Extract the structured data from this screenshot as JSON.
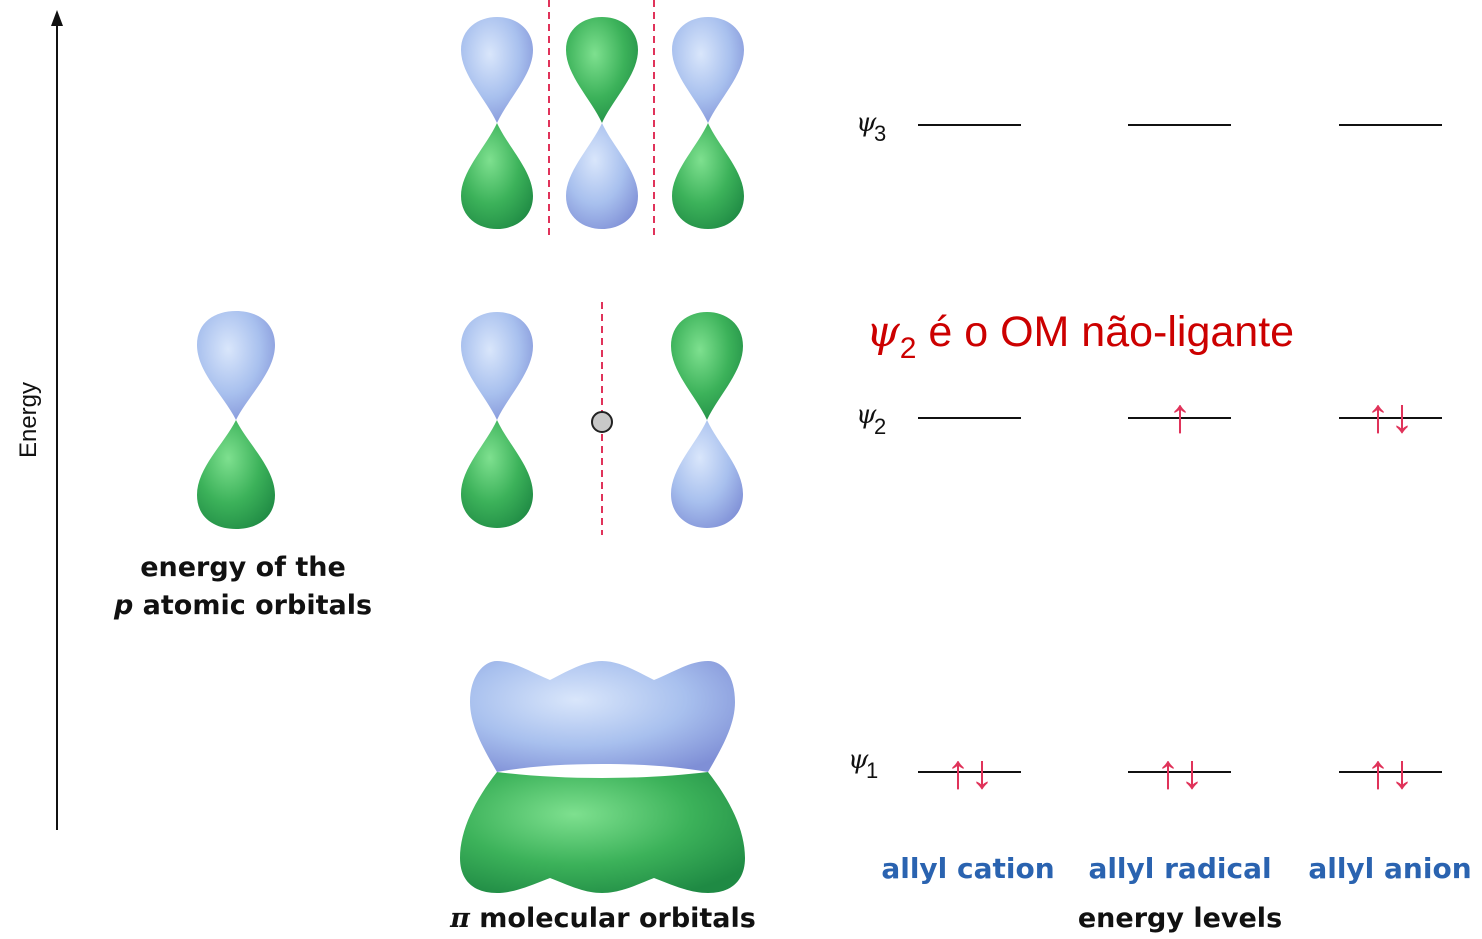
{
  "axis": {
    "label": "Energy"
  },
  "labels": {
    "atomic_line1": "energy of the",
    "atomic_line2_italic": "p",
    "atomic_line2_rest": " atomic orbitals",
    "mo_symbol": "π",
    "mo_rest": " molecular orbitals",
    "energy_levels": "energy levels"
  },
  "annotation": {
    "symbol": "ψ",
    "subscript": "2",
    "text": " é o OM não-ligante",
    "color": "#cc0000"
  },
  "levels": [
    {
      "symbol": "ψ",
      "subscript": "3",
      "cation": "",
      "radical": "",
      "anion": ""
    },
    {
      "symbol": "ψ",
      "subscript": "2",
      "cation": "",
      "radical": "↑",
      "anion": "↑↓"
    },
    {
      "symbol": "ψ",
      "subscript": "1",
      "cation": "↑↓",
      "radical": "↑↓",
      "anion": "↑↓"
    }
  ],
  "species": [
    {
      "name": "allyl cation"
    },
    {
      "name": "allyl radical"
    },
    {
      "name": "allyl anion"
    }
  ],
  "colors": {
    "blue_lobe": "#a9c2ec",
    "green_lobe": "#3fb25d",
    "node_line": "#e0335a",
    "electron_arrow": "#e0335a",
    "species_label": "#2a63b0",
    "text": "#111111"
  }
}
